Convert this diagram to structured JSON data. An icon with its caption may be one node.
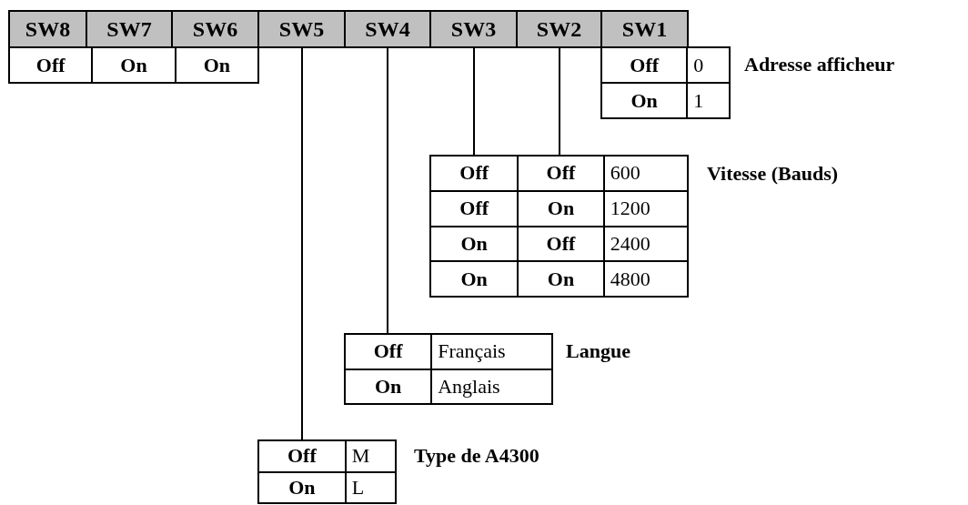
{
  "diagram": {
    "nodes": [
      {
        "text": [
          "SW8"
        ]
      },
      {
        "text": [
          "SW7"
        ]
      },
      {
        "text": [
          "SW6"
        ]
      },
      {
        "text": [
          "SW5"
        ]
      },
      {
        "text": [
          "SW4"
        ]
      },
      {
        "text": [
          "SW3"
        ]
      },
      {
        "text": [
          "SW2"
        ]
      },
      {
        "text": [
          "SW1"
        ]
      },
      {
        "text": [
          "Off",
          "On",
          "On"
        ]
      },
      {
        "text": [
          "Off",
          "0",
          "On",
          "1"
        ],
        "beside": [
          "Adresse afficheur"
        ]
      },
      {
        "text": [
          "Off",
          "Off",
          "600",
          "Off",
          "On",
          "1200",
          "On",
          "Off",
          "2400",
          "On",
          "On",
          "4800"
        ],
        "beside": [
          "Vitesse (Bauds)"
        ]
      },
      {
        "text": [
          "Off",
          "Français",
          "On",
          "Anglais"
        ],
        "beside": [
          "Langue"
        ]
      },
      {
        "text": [
          "Off",
          "M",
          "On",
          "L"
        ],
        "beside": [
          "Type de A4300"
        ]
      }
    ],
    "edges": [
      {
        "from": 3,
        "to": 12,
        "arrow": "none"
      },
      {
        "from": 4,
        "to": 11,
        "arrow": "none"
      },
      {
        "from": 5,
        "to": 10,
        "arrow": "none"
      },
      {
        "from": 6,
        "to": 10,
        "arrow": "none"
      }
    ]
  }
}
